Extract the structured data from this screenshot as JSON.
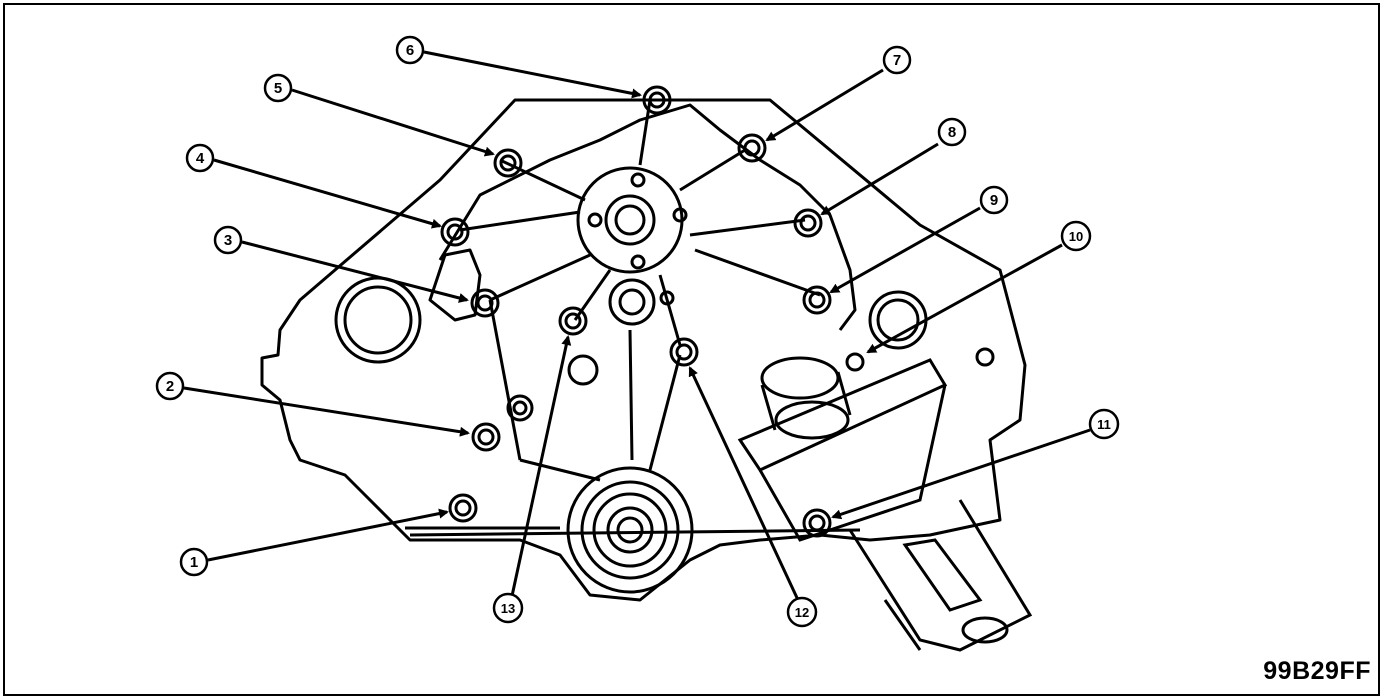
{
  "figure_code": "99B29FF",
  "callouts": [
    {
      "number": "1",
      "glyph": "①"
    },
    {
      "number": "2",
      "glyph": "②"
    },
    {
      "number": "3",
      "glyph": "③"
    },
    {
      "number": "4",
      "glyph": "④"
    },
    {
      "number": "5",
      "glyph": "⑤"
    },
    {
      "number": "6",
      "glyph": "⑥"
    },
    {
      "number": "7",
      "glyph": "⑦"
    },
    {
      "number": "8",
      "glyph": "⑧"
    },
    {
      "number": "9",
      "glyph": "⑨"
    },
    {
      "number": "10",
      "glyph": "⑩"
    },
    {
      "number": "11",
      "glyph": "⑪"
    },
    {
      "number": "12",
      "glyph": "⑫"
    },
    {
      "number": "13",
      "glyph": "⑬"
    }
  ],
  "colors": {
    "line": "#000000",
    "background": "#ffffff"
  }
}
